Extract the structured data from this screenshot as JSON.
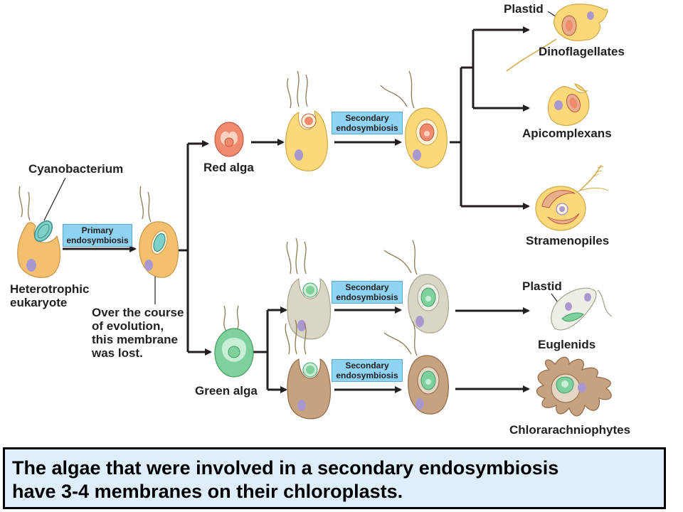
{
  "labels": {
    "cyanobacterium": "Cyanobacterium",
    "heterotrophic_line1": "Heterotrophic",
    "heterotrophic_line2": "eukaryote",
    "evolution_line1": "Over the course",
    "evolution_line2": "of evolution,",
    "evolution_line3": "this membrane",
    "evolution_line4": "was lost.",
    "red_alga": "Red alga",
    "green_alga": "Green alga",
    "plastid_top": "Plastid",
    "dinoflagellates": "Dinoflagellates",
    "apicomplexans": "Apicomplexans",
    "stramenopiles": "Stramenopiles",
    "plastid_euglenid": "Plastid",
    "euglenids": "Euglenids",
    "chlorarachniophytes": "Chlorarachniophytes"
  },
  "process_boxes": {
    "primary": [
      "Primary",
      "endosymbiosis"
    ],
    "secondary_red": [
      "Secondary",
      "endosymbiosis"
    ],
    "secondary_green_top": [
      "Secondary",
      "endosymbiosis"
    ],
    "secondary_green_bottom": [
      "Secondary",
      "endosymbiosis"
    ]
  },
  "caption": {
    "line1": "The algae that were involved in a secondary endosymbiosis",
    "line2": "have 3-4 membranes on their chloroplasts."
  },
  "colors": {
    "box_fill": "#8fd3f3",
    "caption_fill": "#dfeefc",
    "host_cell": "#f5c06d",
    "red_alga_cell": "#f08a6d",
    "green_alga_cell": "#7fd19b",
    "cyanobacterium": "#7fd0c8",
    "gray_cell": "#d9d6c6",
    "brown_cell": "#c7a27e",
    "nucleus": "#a898cf"
  }
}
